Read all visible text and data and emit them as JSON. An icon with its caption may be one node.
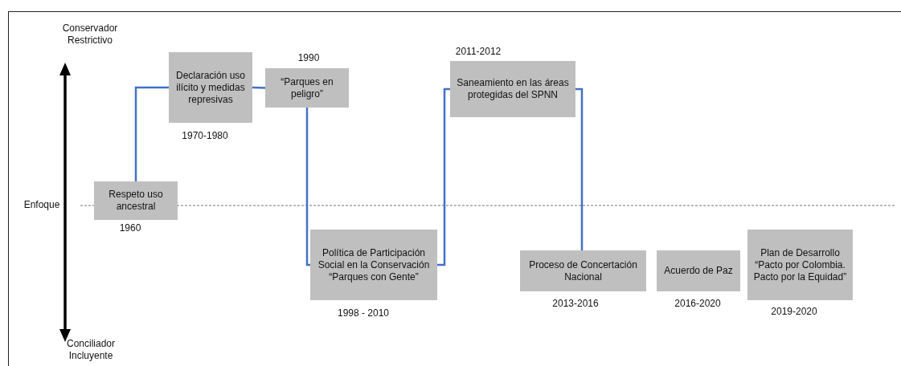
{
  "diagram": {
    "nodes": [
      {
        "text": [
          "Respeto uso ancestral"
        ],
        "beside": [
          "1960"
        ]
      },
      {
        "text": [
          "Declaración uso ilícito y medidas represivas"
        ],
        "beside": [
          "1970-1980"
        ]
      },
      {
        "text": [
          "“Parques en peligro”"
        ],
        "beside": [
          "1990"
        ]
      },
      {
        "text": [
          "Política de Participación Social en la Conservación “Parques con Gente”"
        ],
        "beside": [
          "1998 - 2010"
        ]
      },
      {
        "text": [
          "Saneamiento en las áreas protegidas del SPNN"
        ],
        "beside": [
          "2011-2012"
        ]
      },
      {
        "text": [
          "Proceso de Concertación Nacional"
        ],
        "beside": [
          "2013-2016"
        ]
      },
      {
        "text": [
          "Acuerdo de Paz"
        ],
        "beside": [
          "2016-2020"
        ]
      },
      {
        "text": [
          "Plan de Desarrollo “Pacto por Colombia. Pacto por la Equidad”"
        ],
        "beside": [
          "2019-2020"
        ]
      }
    ],
    "edges": [
      {
        "from": 0,
        "to": 1,
        "arrow": "none"
      },
      {
        "from": 1,
        "to": 2,
        "arrow": "none"
      },
      {
        "from": 2,
        "to": 3,
        "arrow": "none"
      },
      {
        "from": 3,
        "to": 4,
        "arrow": "none"
      },
      {
        "from": 4,
        "to": 5,
        "arrow": "none"
      }
    ],
    "labels": [
      "Conservador Restrictivo",
      "Enfoque",
      "Conciliador Incluyente"
    ]
  }
}
